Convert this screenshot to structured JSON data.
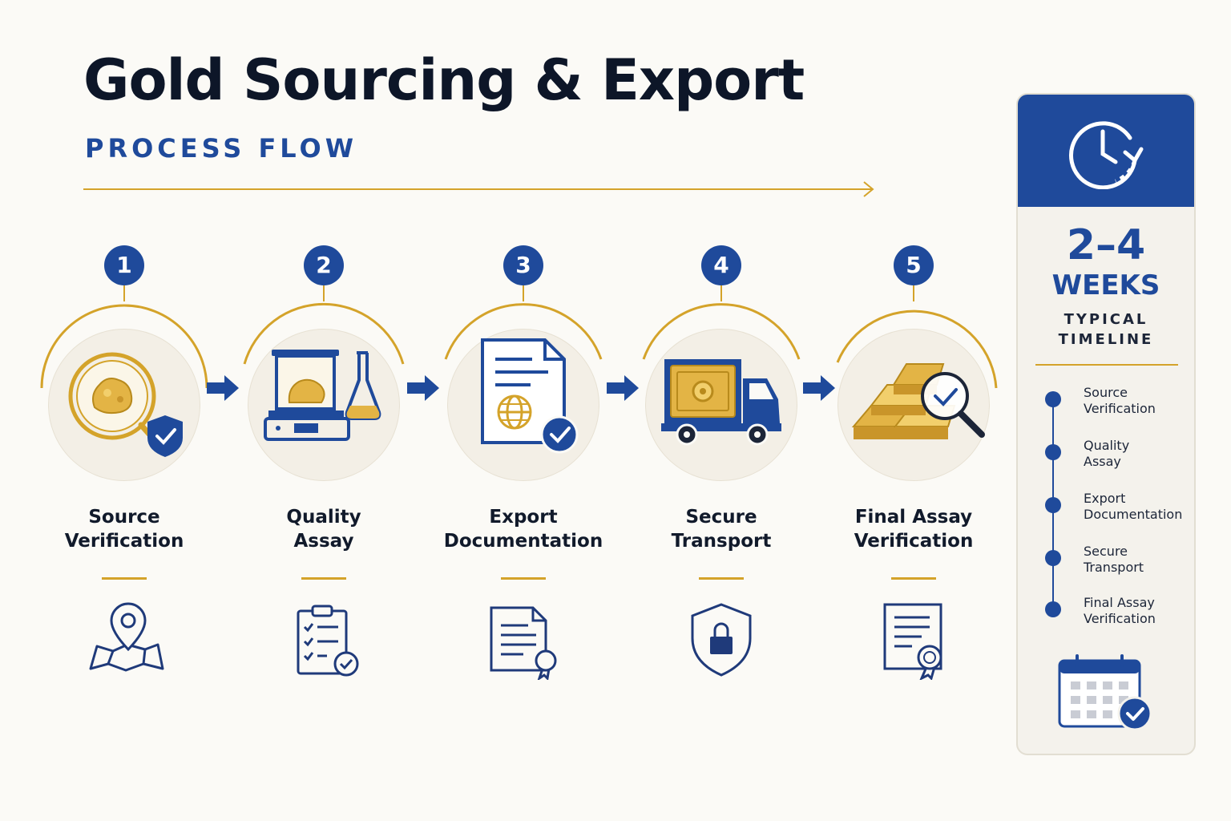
{
  "header": {
    "title": "Gold Sourcing & Export",
    "subtitle": "PROCESS FLOW"
  },
  "steps": [
    {
      "number": "1",
      "label_line1": "Source",
      "label_line2": "Verification",
      "illustration_icon": "gold-nugget-magnifier-shield-icon",
      "small_icon": "location-map-icon"
    },
    {
      "number": "2",
      "label_line1": "Quality",
      "label_line2": "Assay",
      "illustration_icon": "scale-flask-icon",
      "small_icon": "checklist-clipboard-icon"
    },
    {
      "number": "3",
      "label_line1": "Export",
      "label_line2": "Documentation",
      "illustration_icon": "document-globe-check-icon",
      "small_icon": "certificate-document-icon"
    },
    {
      "number": "4",
      "label_line1": "Secure",
      "label_line2": "Transport",
      "illustration_icon": "armored-truck-vault-icon",
      "small_icon": "shield-lock-icon"
    },
    {
      "number": "5",
      "label_line1": "Final Assay",
      "label_line2": "Verification",
      "illustration_icon": "gold-bars-magnifier-icon",
      "small_icon": "certificate-ribbon-icon"
    }
  ],
  "timeline": {
    "duration": "2–4",
    "unit": "WEEKS",
    "caption_line1": "TYPICAL",
    "caption_line2": "TIMELINE",
    "items": [
      {
        "line1": "Source",
        "line2": "Verification"
      },
      {
        "line1": "Quality",
        "line2": "Assay"
      },
      {
        "line1": "Export",
        "line2": "Documentation"
      },
      {
        "line1": "Secure",
        "line2": "Transport"
      },
      {
        "line1": "Final Assay",
        "line2": "Verification"
      }
    ],
    "header_icon": "clock-icon",
    "footer_icon": "calendar-check-icon"
  },
  "colors": {
    "navy": "#1f4a9b",
    "gold": "#d4a32a",
    "background": "#fbfaf6",
    "text": "#0d1628"
  }
}
